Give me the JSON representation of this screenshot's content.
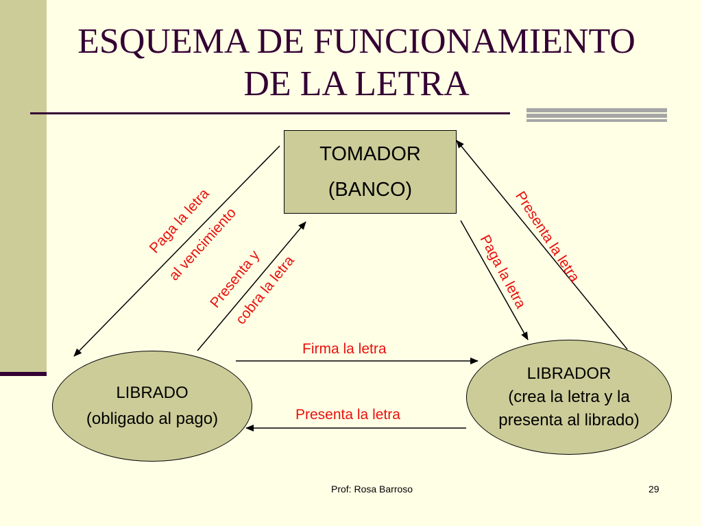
{
  "slide": {
    "title_line1": "ESQUEMA DE FUNCIONAMIENTO",
    "title_line2": "DE LA LETRA"
  },
  "nodes": {
    "tomador": {
      "line1": "TOMADOR",
      "line2": "(BANCO)"
    },
    "librado": {
      "line1": "LIBRADO",
      "line2": "(obligado al pago)"
    },
    "librador": {
      "line1": "LIBRADOR",
      "line2": "(crea la letra y la",
      "line3": "presenta al librado)"
    }
  },
  "edges": {
    "paga_vencimiento_1": "Paga la letra",
    "paga_vencimiento_2": "al vencimiento",
    "presenta_cobra_1": "Presenta y",
    "presenta_cobra_2": "cobra la letra",
    "paga_letra": "Paga la letra",
    "presenta_letra_tomador": "Presenta la letra",
    "firma_letra": "Firma la letra",
    "presenta_letra_librado": "Presenta la letra"
  },
  "footer": {
    "author": "Prof: Rosa Barroso",
    "page_number": "29"
  },
  "colors": {
    "background": "#FFFFE6",
    "accent_dark": "#330033",
    "node_fill": "#CCCC99",
    "edge_label": "#E8110C"
  }
}
